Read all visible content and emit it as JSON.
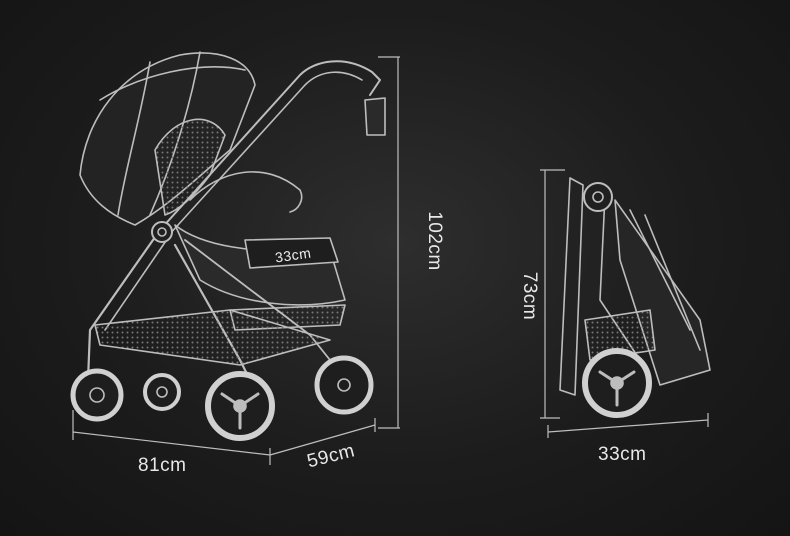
{
  "dimensions": {
    "unfolded_length": "81cm",
    "unfolded_width": "59cm",
    "unfolded_height": "102cm",
    "seat_width": "33cm",
    "folded_height": "73cm",
    "folded_width": "33cm"
  },
  "colors": {
    "background": "#1c1c1c",
    "line": "#bdbdbd",
    "wheel_rim": "#d0d0d0"
  }
}
